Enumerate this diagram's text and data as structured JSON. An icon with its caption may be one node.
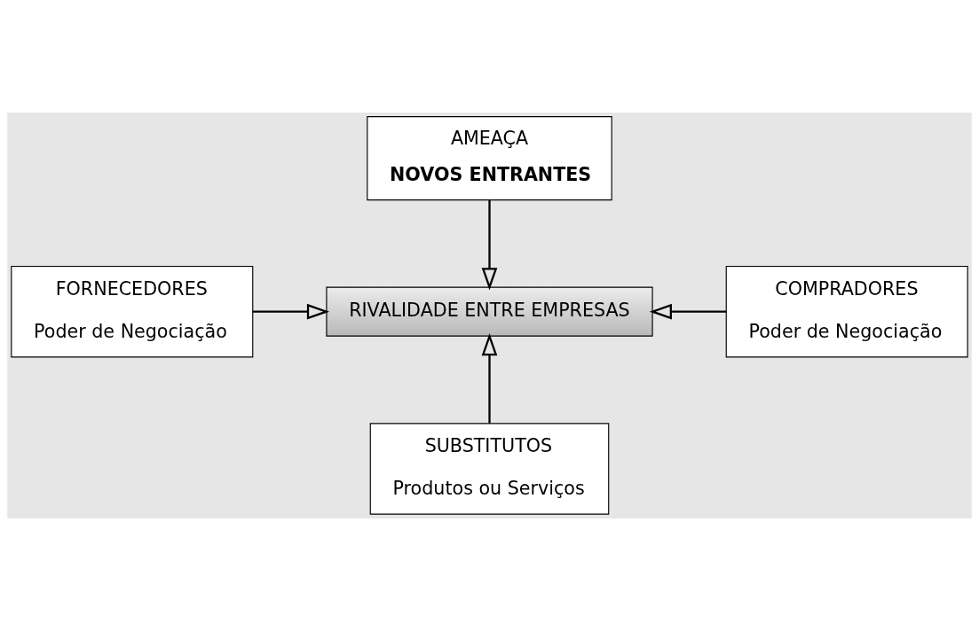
{
  "diagram": {
    "nodes": [
      {
        "text": [
          "AMEAÇA",
          "NOVOS ENTRANTES"
        ]
      },
      {
        "text": [
          "FORNECEDORES",
          "Poder de Negociação"
        ]
      },
      {
        "text": [
          "RIVALIDADE ENTRE EMPRESAS"
        ]
      },
      {
        "text": [
          "COMPRADORES",
          "Poder de Negociação"
        ]
      },
      {
        "text": [
          "SUBSTITUTOS",
          "Produtos ou Serviços"
        ]
      }
    ],
    "edges": [
      {
        "from": 0,
        "to": 2,
        "arrow": "to"
      },
      {
        "from": 1,
        "to": 2,
        "arrow": "to"
      },
      {
        "from": 3,
        "to": 2,
        "arrow": "to"
      },
      {
        "from": 4,
        "to": 2,
        "arrow": "to"
      }
    ]
  }
}
